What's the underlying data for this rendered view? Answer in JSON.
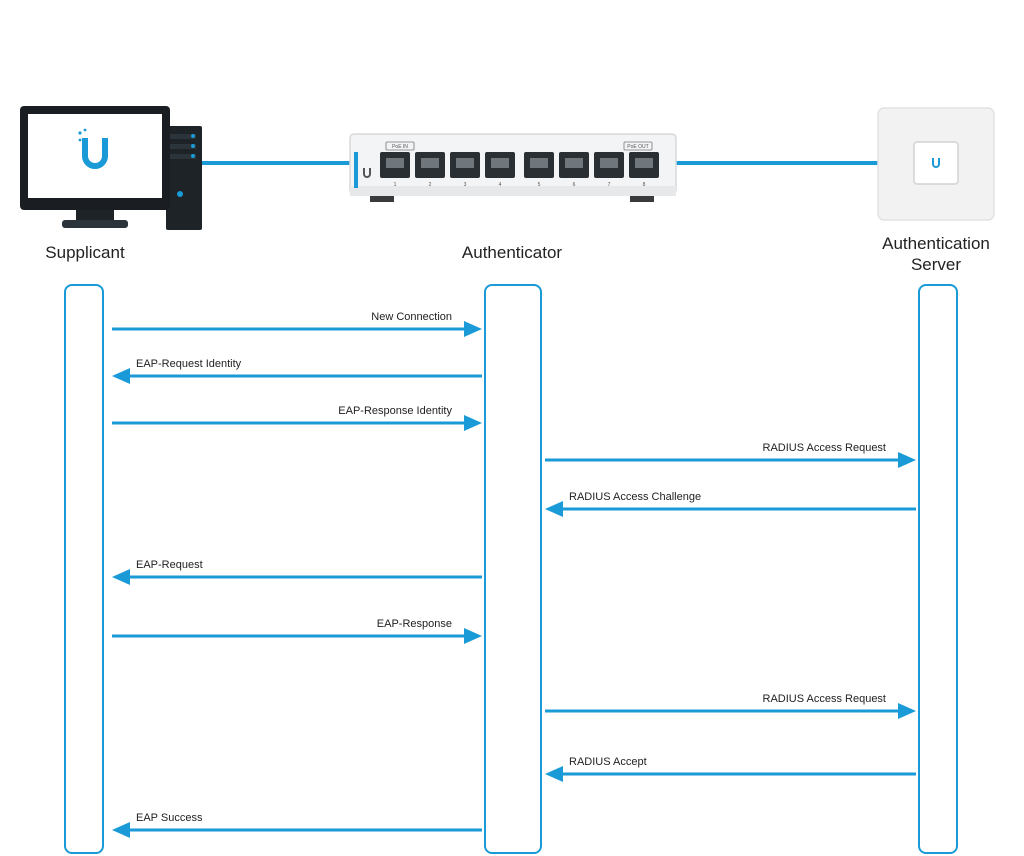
{
  "nodes": {
    "supplicant": "Supplicant",
    "authenticator": "Authenticator",
    "server": "Authentication Server"
  },
  "switch": {
    "poe_in": "PoE IN",
    "poe_out": "PoE OUT",
    "ports": [
      "1",
      "2",
      "3",
      "4",
      "5",
      "6",
      "7",
      "8"
    ]
  },
  "messages": [
    {
      "text": "New Connection",
      "from": "supplicant",
      "to": "authenticator"
    },
    {
      "text": "EAP-Request Identity",
      "from": "authenticator",
      "to": "supplicant"
    },
    {
      "text": "EAP-Response Identity",
      "from": "supplicant",
      "to": "authenticator"
    },
    {
      "text": "RADIUS Access Request",
      "from": "authenticator",
      "to": "server"
    },
    {
      "text": "RADIUS Access Challenge",
      "from": "server",
      "to": "authenticator"
    },
    {
      "text": "EAP-Request",
      "from": "authenticator",
      "to": "supplicant"
    },
    {
      "text": "EAP-Response",
      "from": "supplicant",
      "to": "authenticator"
    },
    {
      "text": "RADIUS Access Request",
      "from": "authenticator",
      "to": "server"
    },
    {
      "text": "RADIUS Accept",
      "from": "server",
      "to": "authenticator"
    },
    {
      "text": "EAP Success",
      "from": "authenticator",
      "to": "supplicant"
    }
  ],
  "colors": {
    "accent": "#1a9ad6",
    "text": "#222222"
  }
}
